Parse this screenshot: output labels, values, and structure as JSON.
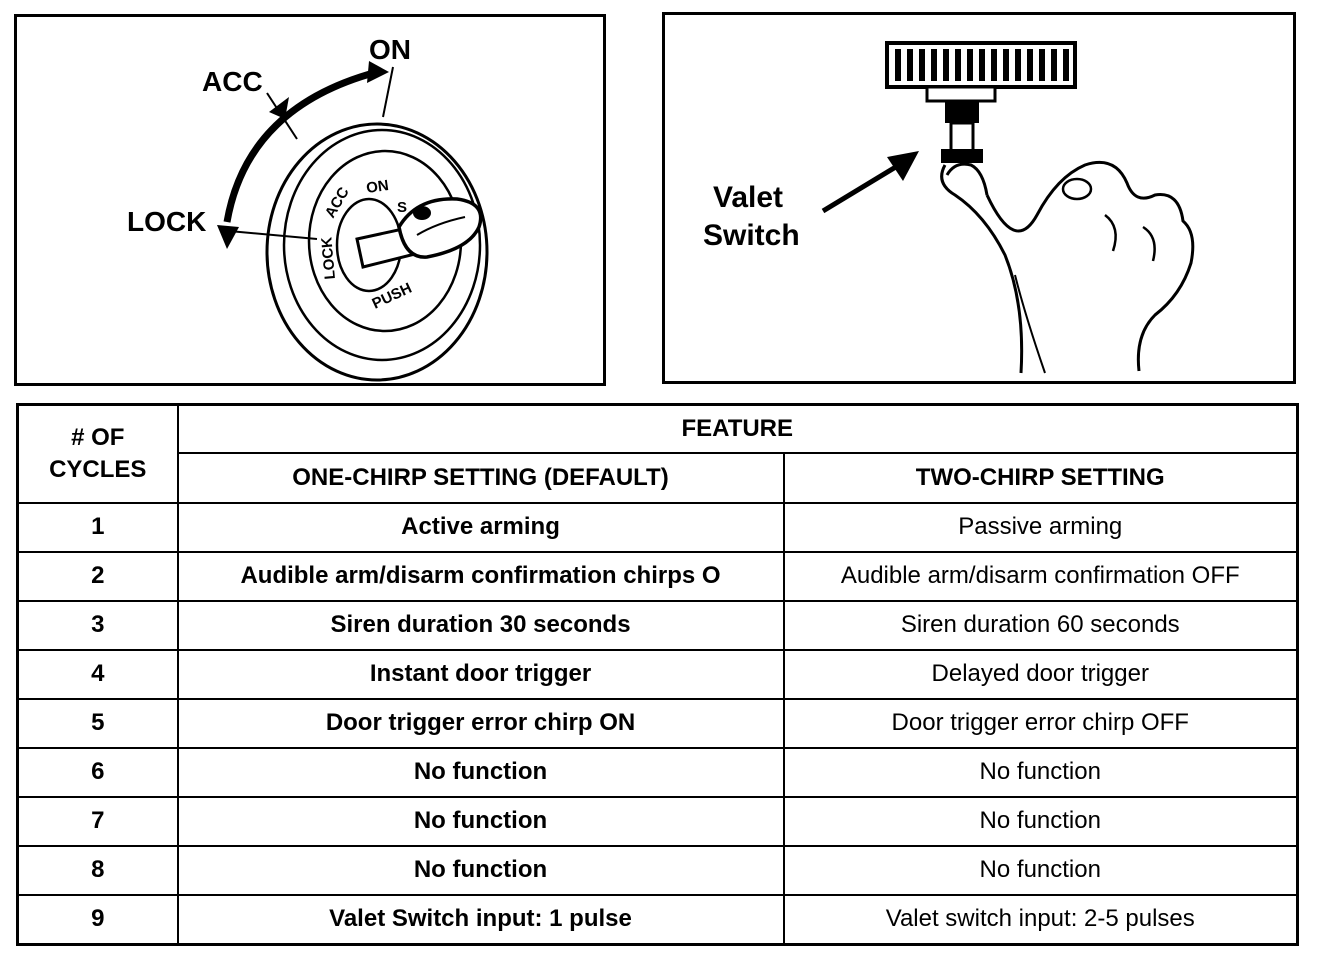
{
  "ignition": {
    "labels": {
      "on": "ON",
      "acc": "ACC",
      "lock": "LOCK"
    },
    "cylinder_text": {
      "on": "ON",
      "acc": "ACC",
      "lock": "LOCK",
      "push": "PUSH",
      "s": "S"
    }
  },
  "valet": {
    "label_line1": "Valet",
    "label_line2": "Switch"
  },
  "table": {
    "col_cycles": "# OF CYCLES",
    "col_feature": "FEATURE",
    "col_one": "ONE-CHIRP SETTING (DEFAULT)",
    "col_two": "TWO-CHIRP SETTING",
    "rows": [
      {
        "cycles": "1",
        "one": "Active arming",
        "two": "Passive arming"
      },
      {
        "cycles": "2",
        "one": "Audible arm/disarm confirmation chirps O",
        "two": "Audible arm/disarm confirmation OFF"
      },
      {
        "cycles": "3",
        "one": "Siren duration 30 seconds",
        "two": "Siren duration 60 seconds"
      },
      {
        "cycles": "4",
        "one": "Instant door trigger",
        "two": "Delayed door trigger"
      },
      {
        "cycles": "5",
        "one": "Door trigger error chirp ON",
        "two": "Door trigger error chirp OFF"
      },
      {
        "cycles": "6",
        "one": "No function",
        "two": "No function"
      },
      {
        "cycles": "7",
        "one": "No function",
        "two": "No function"
      },
      {
        "cycles": "8",
        "one": "No function",
        "two": "No function"
      },
      {
        "cycles": "9",
        "one": "Valet Switch input:  1 pulse",
        "two": "Valet switch input:  2-5 pulses"
      }
    ]
  }
}
